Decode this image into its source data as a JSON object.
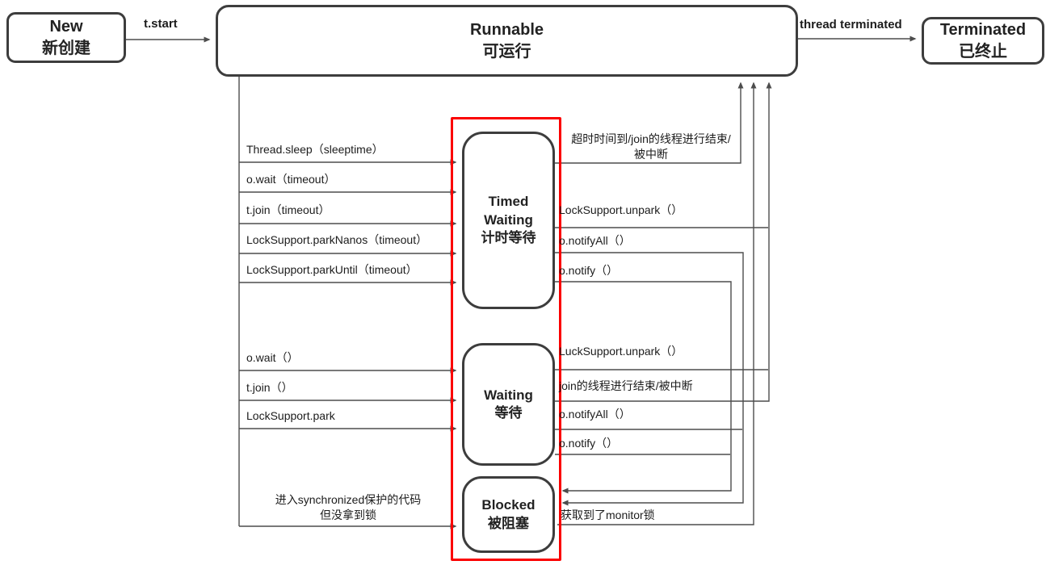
{
  "colors": {
    "border-dark": "#3d3d3d",
    "line": "#4d4d4d",
    "red": "#fb0000",
    "text": "#1c1c1c",
    "bg": "#ffffff"
  },
  "nodes": {
    "new": {
      "lines": [
        "New",
        "新创建"
      ]
    },
    "runnable": {
      "lines": [
        "Runnable",
        "可运行"
      ]
    },
    "terminated": {
      "lines": [
        "Terminated",
        "已终止"
      ]
    },
    "timed_waiting": {
      "lines": [
        "Timed",
        "Waiting",
        "计时等待"
      ]
    },
    "waiting": {
      "lines": [
        "Waiting",
        "等待"
      ]
    },
    "blocked": {
      "lines": [
        "Blocked",
        "被阻塞"
      ]
    }
  },
  "edges": {
    "t_start": "t.start",
    "thread_terminated": "thread terminated",
    "runnable_to_timed": [
      "Thread.sleep（sleeptime）",
      "o.wait（timeout）",
      "t.join（timeout）",
      "LockSupport.parkNanos（timeout）",
      "LockSupport.parkUntil（timeout）"
    ],
    "runnable_to_waiting": [
      "o.wait（）",
      "t.join（）",
      "LockSupport.park"
    ],
    "runnable_to_blocked": {
      "line1": "进入synchronized保护的代码",
      "line2": "但没拿到锁"
    },
    "timed_timeout": {
      "line1": "超时时间到/join的线程进行结束/",
      "line2": "被中断"
    },
    "timed_unpark": "LockSupport.unpark（）",
    "timed_notifyall": "o.notifyAll（）",
    "timed_notify": "o.notify（）",
    "waiting_unpark": "LuckSupport.unpark（）",
    "waiting_join_end": "join的线程进行结束/被中断",
    "waiting_notifyall": "o.notifyAll（）",
    "waiting_notify": "o.notify（）",
    "blocked_monitor": "获取到了monitor锁"
  }
}
